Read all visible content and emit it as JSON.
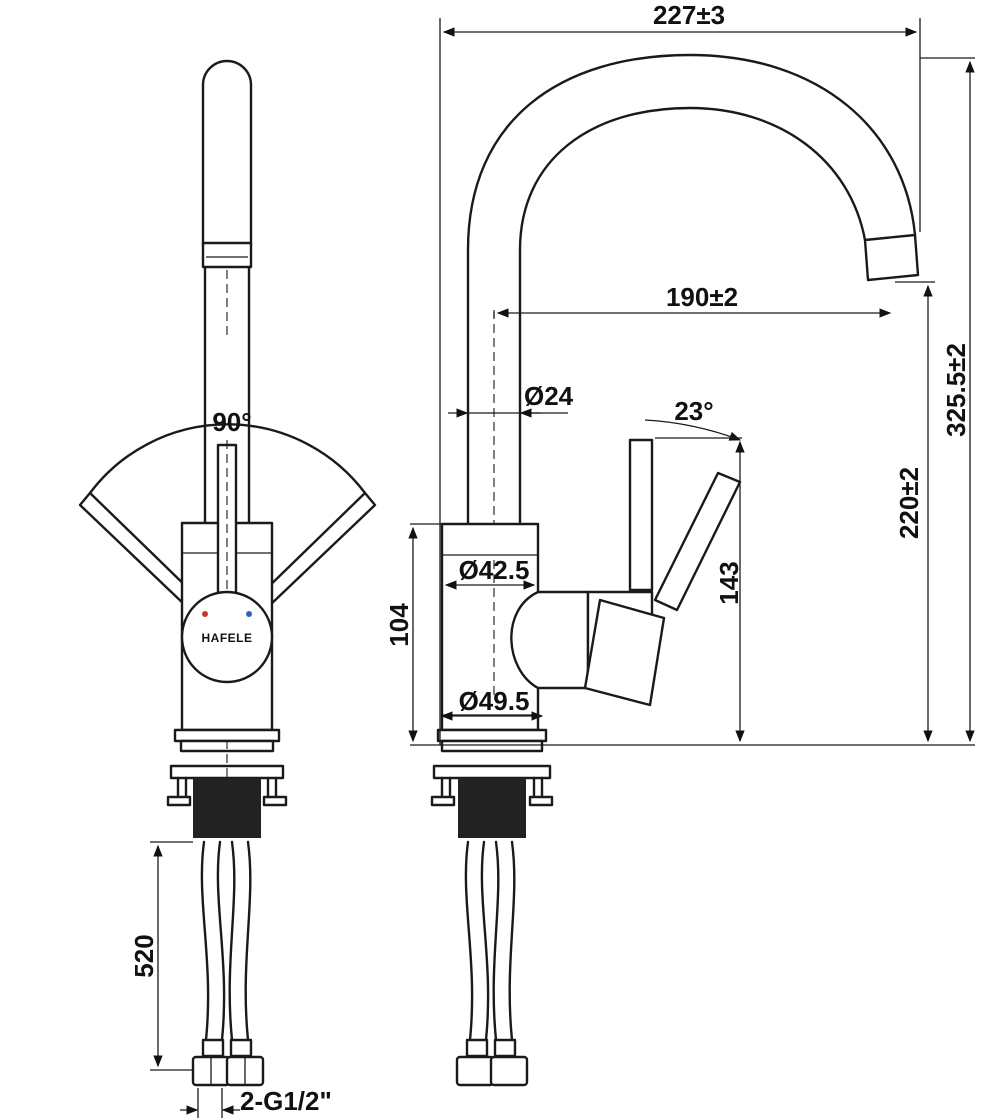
{
  "front_view": {
    "angle_label": "90°",
    "hose_length_label": "520",
    "connection_label": "2-G1/2\"",
    "logo_text": "HAFELE"
  },
  "side_view": {
    "overall_width_label": "227±3",
    "reach_label": "190±2",
    "spout_tube_label": "Ø24",
    "lever_angle_label": "23°",
    "overall_height_label": "325.5±2",
    "spout_height_label": "220±2",
    "lever_height_label": "143",
    "body_height_label": "104",
    "body_top_diameter_label": "Ø42.5",
    "body_bottom_diameter_label": "Ø49.5"
  }
}
